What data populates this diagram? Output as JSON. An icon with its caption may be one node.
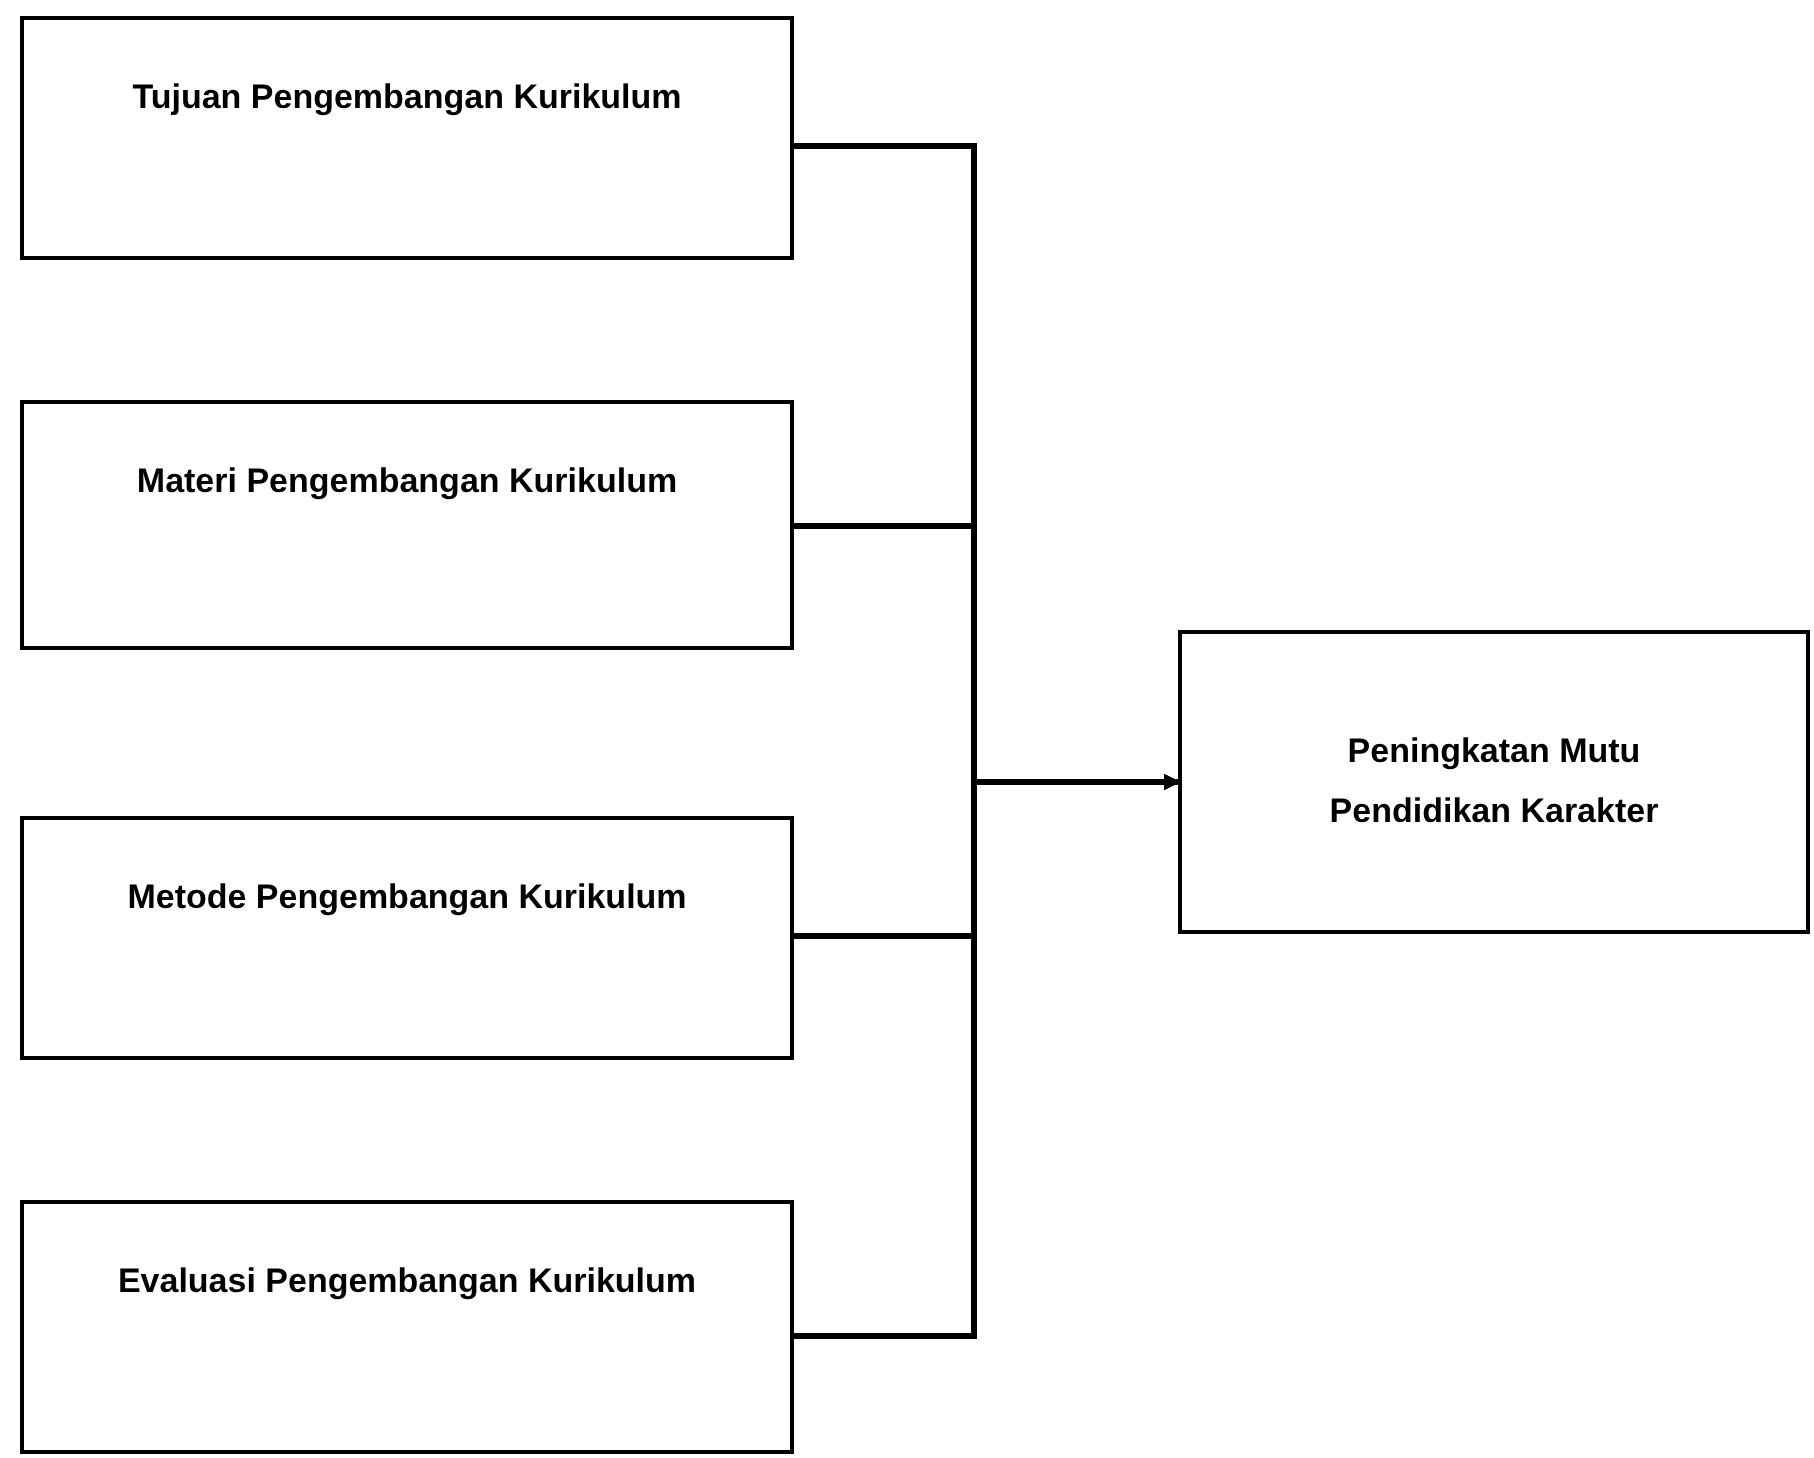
{
  "diagram": {
    "nodes": [
      {
        "text": [
          "Tujuan Pengembangan Kurikulum"
        ]
      },
      {
        "text": [
          "Materi Pengembangan Kurikulum"
        ]
      },
      {
        "text": [
          "Metode Pengembangan Kurikulum"
        ]
      },
      {
        "text": [
          "Evaluasi Pengembangan Kurikulum"
        ]
      },
      {
        "text": [
          "Peningkatan Mutu Pendidikan Karakter"
        ]
      }
    ],
    "edges": [
      {
        "from": 0,
        "to": 4,
        "arrow": "to"
      },
      {
        "from": 1,
        "to": 4,
        "arrow": "to"
      },
      {
        "from": 2,
        "to": 4,
        "arrow": "to"
      },
      {
        "from": 3,
        "to": 4,
        "arrow": "to"
      }
    ]
  }
}
